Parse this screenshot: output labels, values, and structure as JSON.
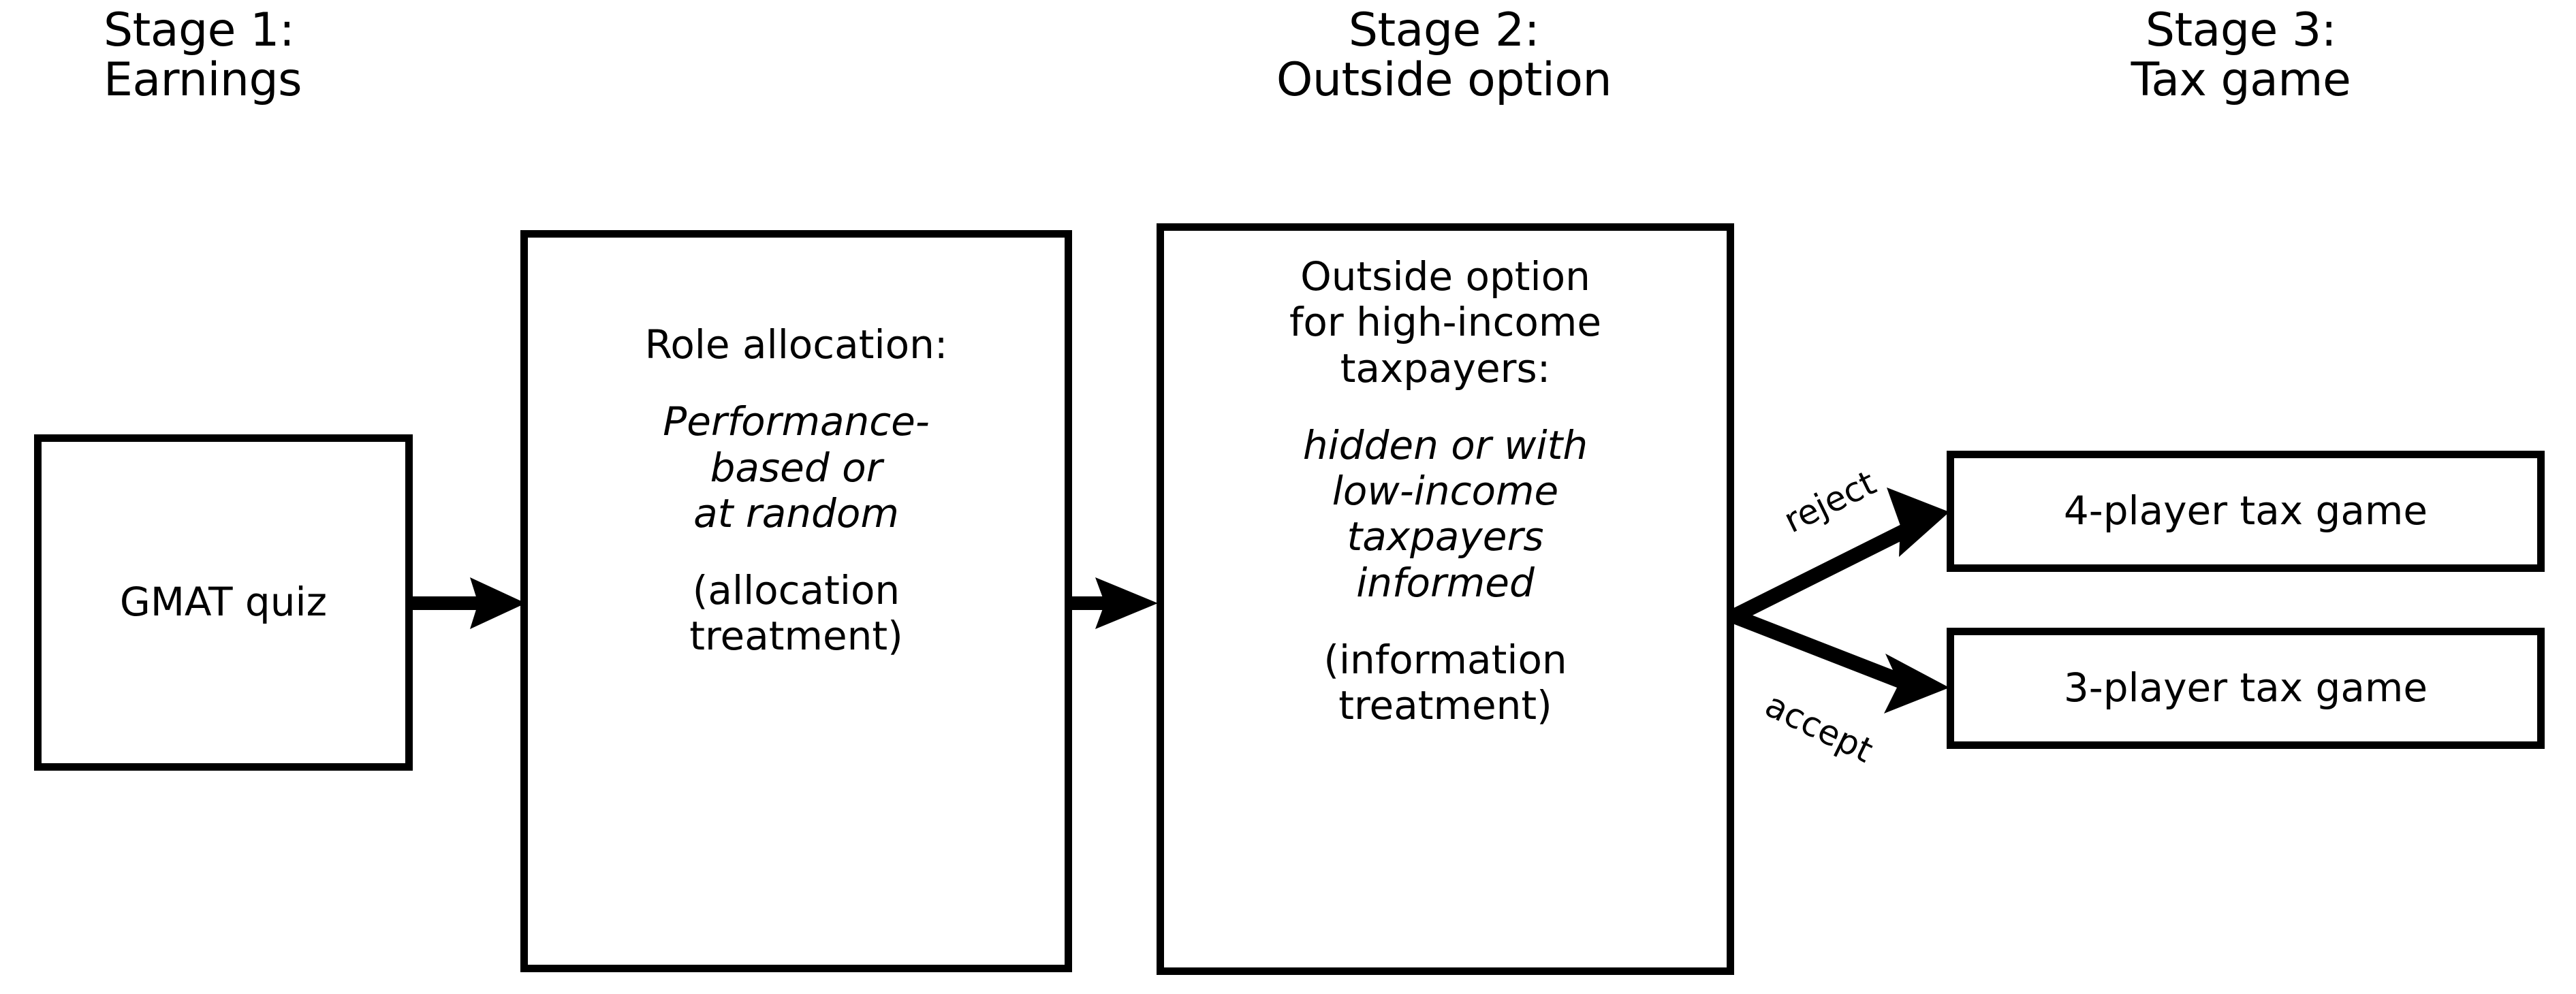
{
  "headers": [
    {
      "line1": "Stage 1:",
      "line2": "Earnings"
    },
    {
      "line1": "Stage 2:",
      "line2": "Outside option"
    },
    {
      "line1": "Stage 3:",
      "line2": "Tax game"
    }
  ],
  "boxes": {
    "gmat": {
      "line1": "GMAT quiz"
    },
    "role": {
      "title": "Role allocation:",
      "italic1": "Performance-",
      "italic2": "based or",
      "italic3": "at random",
      "note1": "(allocation",
      "note2": "treatment)"
    },
    "outside": {
      "title1": "Outside option",
      "title2": "for high-income",
      "title3": "taxpayers:",
      "italic1": "hidden or with",
      "italic2": "low-income",
      "italic3": "taxpayers",
      "italic4": "informed",
      "note1": "(information",
      "note2": "treatment)"
    },
    "four_player": {
      "label": "4-player tax game"
    },
    "three_player": {
      "label": "3-player tax game"
    }
  },
  "branches": {
    "reject": "reject",
    "accept": "accept"
  },
  "colors": {
    "stroke": "#000000",
    "background": "#ffffff"
  }
}
